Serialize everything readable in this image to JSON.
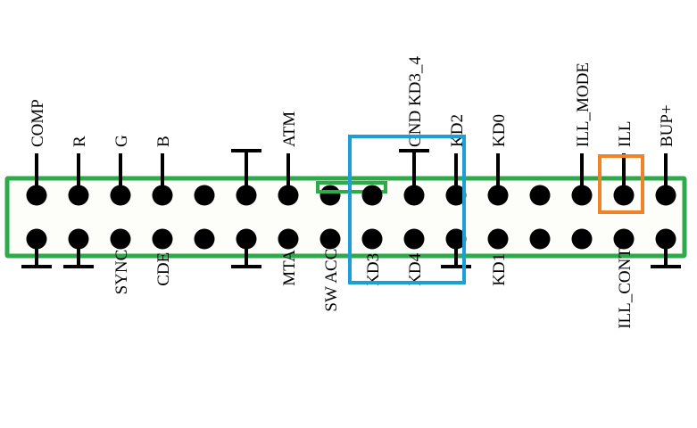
{
  "colors": {
    "connector_border": "#2eaa4a",
    "connector_fill": "#fdfdfa",
    "pin": "#000000",
    "highlight_blue": "#1c9fd8",
    "highlight_orange": "#f0822a",
    "label": "#000000"
  },
  "top_row": [
    {
      "pin": 1,
      "label": "COMP",
      "lead": "up"
    },
    {
      "pin": 2,
      "label": "R",
      "lead": "up"
    },
    {
      "pin": 3,
      "label": "G",
      "lead": "up"
    },
    {
      "pin": 4,
      "label": "B",
      "lead": "up"
    },
    {
      "pin": 5,
      "label": "",
      "lead": "none"
    },
    {
      "pin": 6,
      "label": "",
      "lead": "ground"
    },
    {
      "pin": 7,
      "label": "ATM",
      "lead": "up"
    },
    {
      "pin": 8,
      "label": "",
      "lead": "key"
    },
    {
      "pin": 9,
      "label": "",
      "lead": "none"
    },
    {
      "pin": 10,
      "label": "GND KD3_4",
      "lead": "ground"
    },
    {
      "pin": 11,
      "label": "KD2",
      "lead": "up"
    },
    {
      "pin": 12,
      "label": "KD0",
      "lead": "up"
    },
    {
      "pin": 13,
      "label": "",
      "lead": "none"
    },
    {
      "pin": 14,
      "label": "ILL_MODE",
      "lead": "up"
    },
    {
      "pin": 15,
      "label": "ILL",
      "lead": "up"
    },
    {
      "pin": 16,
      "label": "BUP+",
      "lead": "up"
    }
  ],
  "bottom_row": [
    {
      "pin": 1,
      "label": "",
      "lead": "ground"
    },
    {
      "pin": 2,
      "label": "",
      "lead": "ground"
    },
    {
      "pin": 3,
      "label": "SYNC",
      "lead": "none"
    },
    {
      "pin": 4,
      "label": "CDE",
      "lead": "none"
    },
    {
      "pin": 5,
      "label": "",
      "lead": "none"
    },
    {
      "pin": 6,
      "label": "",
      "lead": "ground"
    },
    {
      "pin": 7,
      "label": "MTA",
      "lead": "none"
    },
    {
      "pin": 8,
      "label": "SW ACC",
      "lead": "none"
    },
    {
      "pin": 9,
      "label": "KD3",
      "lead": "none"
    },
    {
      "pin": 10,
      "label": "KD4",
      "lead": "none"
    },
    {
      "pin": 11,
      "label": "",
      "lead": "ground"
    },
    {
      "pin": 12,
      "label": "KD1",
      "lead": "none"
    },
    {
      "pin": 13,
      "label": "",
      "lead": "none"
    },
    {
      "pin": 14,
      "label": "",
      "lead": "none"
    },
    {
      "pin": 15,
      "label": "ILL_CONT",
      "lead": "none"
    },
    {
      "pin": 16,
      "label": "",
      "lead": "ground"
    }
  ],
  "highlights": [
    {
      "name": "kd-pins-highlight",
      "color": "blue",
      "pins": [
        9,
        10
      ]
    },
    {
      "name": "ill-pin-highlight",
      "color": "orange",
      "pins": [
        15
      ]
    }
  ]
}
